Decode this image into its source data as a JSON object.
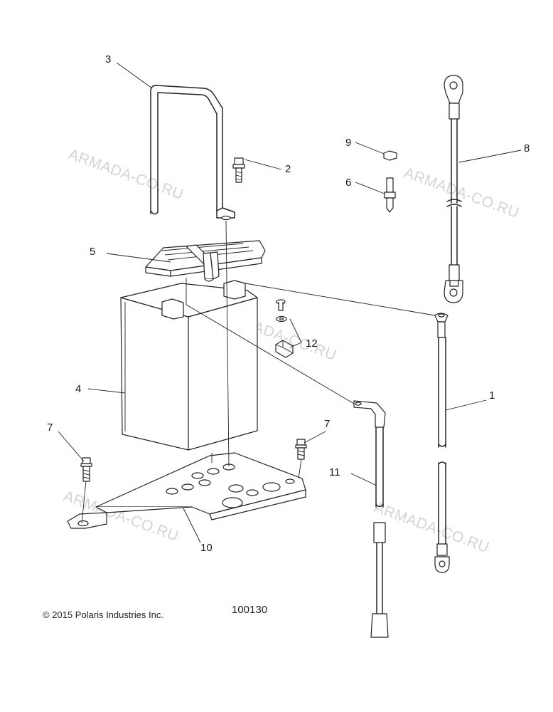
{
  "watermark": "ARMADA-CO.RU",
  "copyright": "© 2015 Polaris Industries Inc.",
  "figure_number": "100130",
  "callouts": [
    "1",
    "2",
    "3",
    "4",
    "5",
    "6",
    "7",
    "8",
    "9",
    "10",
    "11",
    "12"
  ]
}
